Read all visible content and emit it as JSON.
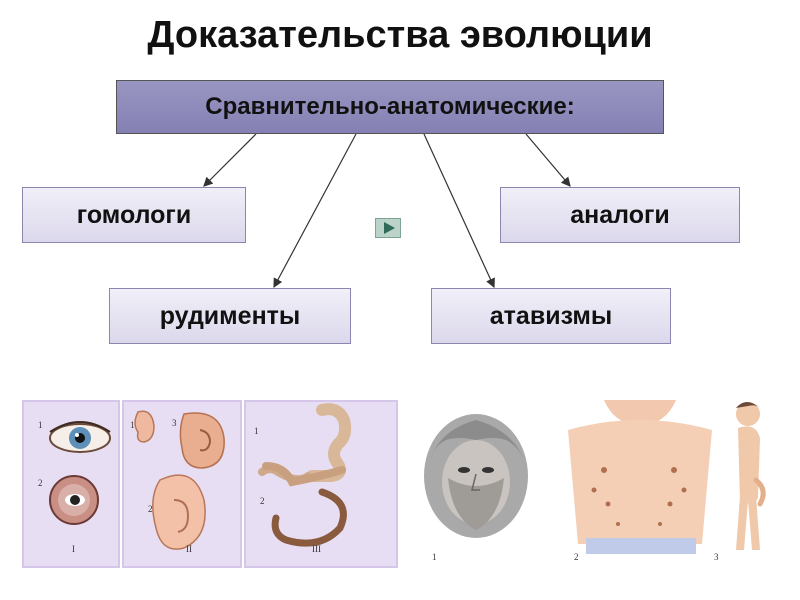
{
  "title": "Доказательства эволюции",
  "root": "Сравнительно-анатомические:",
  "categories": {
    "homologs": "гомологи",
    "analogs": "аналоги",
    "rudiments": "рудименты",
    "atavisms": "атавизмы"
  },
  "rudiments_figure": {
    "labels": {
      "eye_1": "1",
      "eye_2": "2",
      "panel_1": "I",
      "ear_1": "1",
      "ear_3": "3",
      "ear_2": "2",
      "panel_2": "II",
      "gut_1": "1",
      "gut_2": "2",
      "panel_3": "III"
    }
  },
  "atavisms_figure": {
    "labels": {
      "fig_1": "1",
      "fig_2": "2",
      "fig_3": "3"
    }
  },
  "colors": {
    "root_fill": "#8c88b8",
    "box_fill": "#e6e3f2",
    "panel_fill": "#d6c7ea",
    "skin": "#f2c9ae"
  }
}
